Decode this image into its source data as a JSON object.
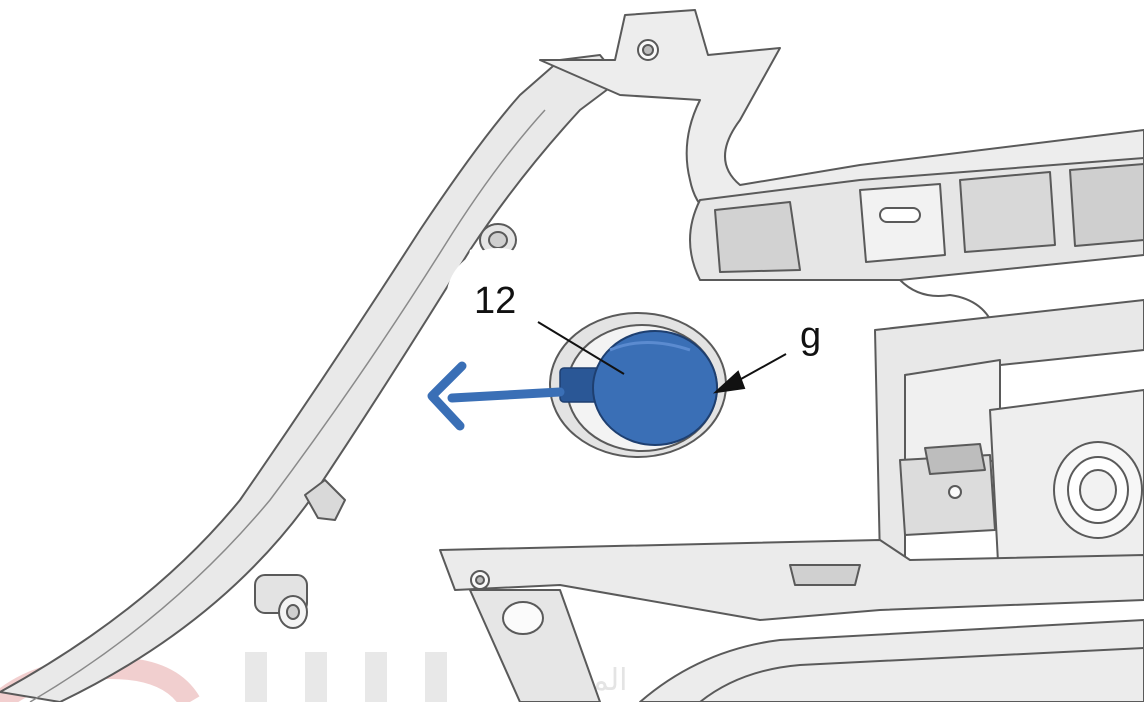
{
  "diagram": {
    "callouts": {
      "part_number": "12",
      "detail_letter": "g"
    },
    "watermark_text": "ﺍﻟﻤﺤﺘﺮﻑ",
    "colors": {
      "part_highlight": "#3a6fb6",
      "part_highlight_dark": "#2a5796",
      "frame_fill": "#efefef",
      "frame_shade": "#cfcfcf",
      "frame_outline": "#5a5a5a",
      "watermark": "#e8bcbc"
    },
    "arrow_direction": "left"
  }
}
